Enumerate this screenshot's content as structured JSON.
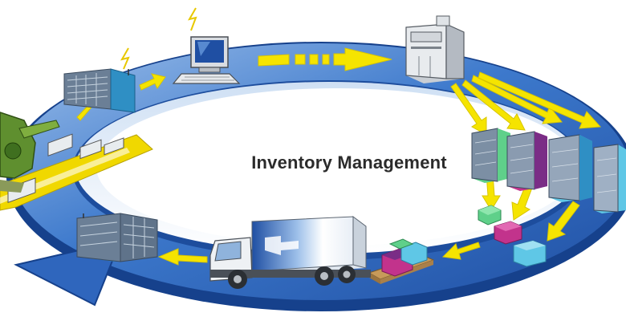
{
  "diagram": {
    "title": "Inventory Management",
    "colors": {
      "ring_dark": "#1f4fa3",
      "ring_mid": "#3d79cc",
      "ring_light": "#bcd3ee",
      "arrow": "#f5e400",
      "arrow_stroke": "#d8c500",
      "building": "#6b7f96",
      "building_side": "#2f8fc4",
      "cube_green": "#5fd08a",
      "cube_magenta": "#c2338c",
      "cube_cyan": "#5fc7e6",
      "cube_purple": "#7a2d86"
    },
    "stages": [
      {
        "id": "factory",
        "icon": "robot-assembly-icon"
      },
      {
        "id": "plant",
        "icon": "factory-building-icon"
      },
      {
        "id": "computer",
        "icon": "computer-terminal-icon"
      },
      {
        "id": "server",
        "icon": "server-printer-icon"
      },
      {
        "id": "warehouses",
        "icon": "warehouse-racks-icon"
      },
      {
        "id": "boxes",
        "icon": "cube-stack-icon"
      },
      {
        "id": "pallet",
        "icon": "pallet-boxes-icon"
      },
      {
        "id": "truck",
        "icon": "delivery-truck-icon"
      },
      {
        "id": "store",
        "icon": "retail-building-icon"
      }
    ]
  }
}
